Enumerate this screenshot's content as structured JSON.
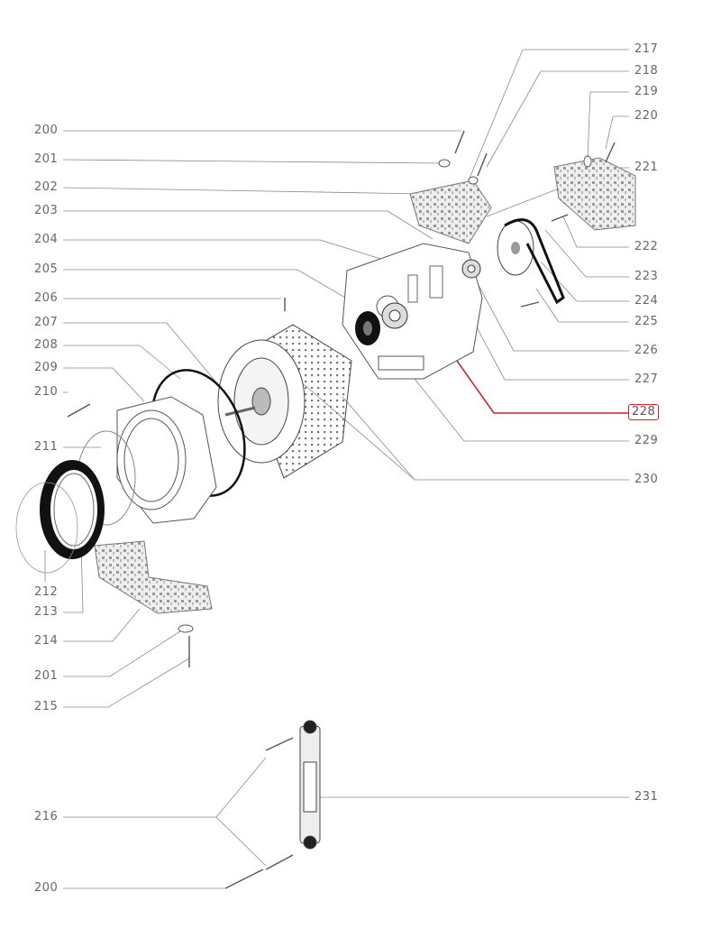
{
  "diagram": {
    "left_labels": [
      "200",
      "201",
      "202",
      "203",
      "204",
      "205",
      "206",
      "207",
      "208",
      "209",
      "210",
      "211",
      "212",
      "213",
      "214",
      "201",
      "215",
      "216",
      "200"
    ],
    "right_labels": [
      "217",
      "218",
      "219",
      "220",
      "221",
      "222",
      "223",
      "224",
      "225",
      "226",
      "227",
      "228",
      "229",
      "230",
      "231"
    ],
    "highlighted_label": "228",
    "highlight_color": "#c8262e",
    "line_color": "#8a8a8a"
  }
}
